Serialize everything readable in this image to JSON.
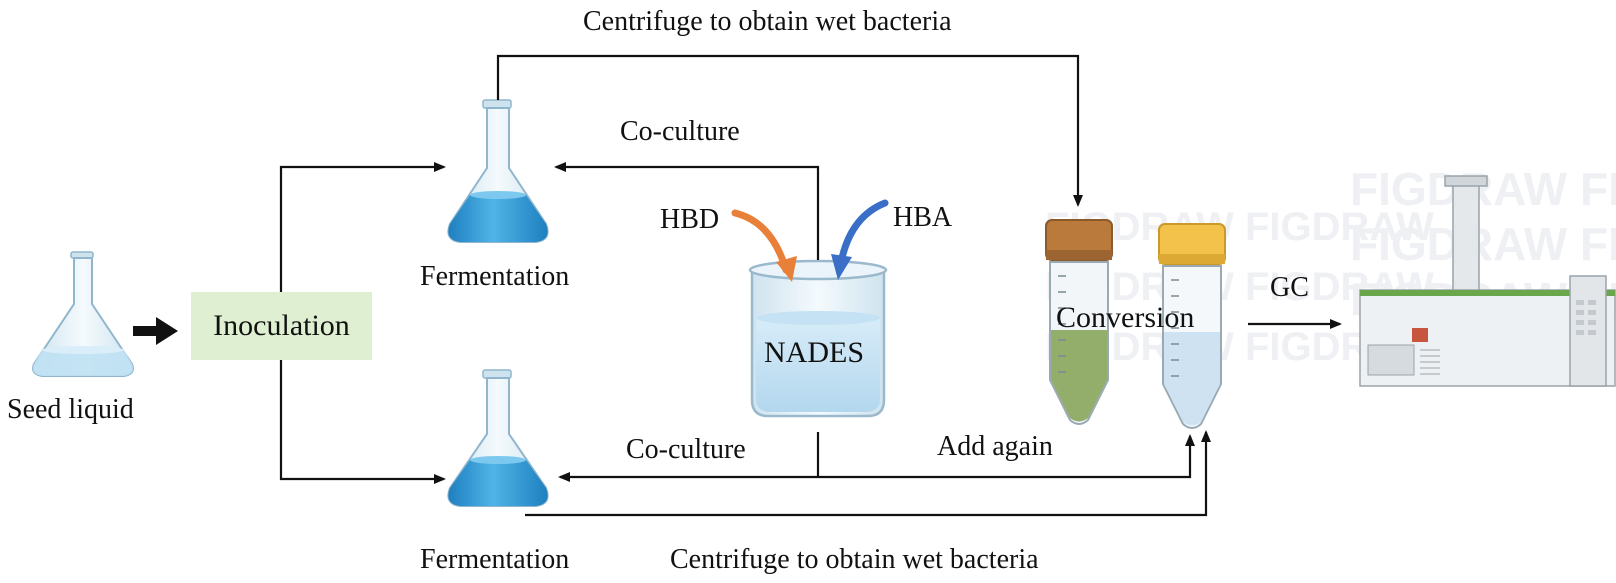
{
  "labels": {
    "seed_liquid": "Seed liquid",
    "inoculation": "Inoculation",
    "fermentation_top": "Fermentation",
    "fermentation_bottom": "Fermentation",
    "centrifuge_top": "Centrifuge to obtain wet bacteria",
    "centrifuge_bottom": "Centrifuge to obtain wet bacteria",
    "coculture_top": "Co-culture",
    "coculture_bottom": "Co-culture",
    "hbd": "HBD",
    "hba": "HBA",
    "nades": "NADES",
    "conversion": "Conversion",
    "add_again": "Add again",
    "gc": "GC"
  },
  "watermark": "FIGDRAW",
  "colors": {
    "liquid_blue": "#3a9fd6",
    "liquid_light": "#bfe1f3",
    "hbd_arrow": "#e8803a",
    "hba_arrow": "#3b6fc7",
    "inoculation_box": "#dff0d2",
    "tube_green": "#93ad6a",
    "tube_blue": "#cfe2f2",
    "cap_brown": "#b97a3c",
    "cap_yellow": "#f2c24a",
    "instrument_green": "#6aa64a",
    "instrument_red": "#c8553d"
  },
  "icons": [
    "seed-flask-icon",
    "fermentation-flask-icon",
    "beaker-icon",
    "centrifuge-tube-icon",
    "gas-chromatograph-icon"
  ]
}
